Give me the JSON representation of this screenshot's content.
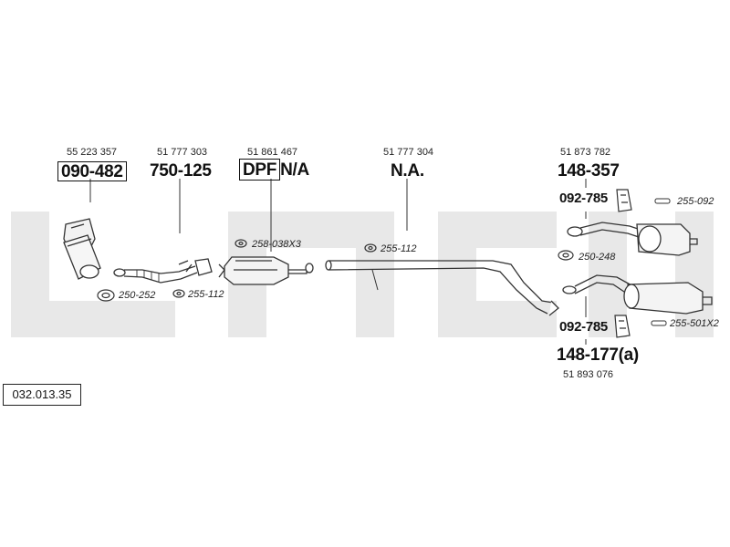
{
  "reference": "032.013.35",
  "parts": {
    "catalyst": {
      "oe": "55 223 357",
      "code": "090-482",
      "accessory": "250-252"
    },
    "front_pipe": {
      "oe": "51 777 303",
      "code": "750-125",
      "accessory": "255-112"
    },
    "dpf": {
      "oe": "51 861 467",
      "code_prefix": "DPF",
      "code_suffix": "N/A",
      "accessory": "258-038X3"
    },
    "middle_pipe": {
      "oe": "51 777 304",
      "code": "N.A.",
      "accessory": "255-112"
    },
    "rear_upper": {
      "oe": "51 873 782",
      "code": "148-357",
      "mount": "092-785",
      "accessory_1": "255-092",
      "accessory_2": "250-248"
    },
    "rear_lower": {
      "oe": "51 893 076",
      "code": "148-177(a)",
      "mount": "092-785",
      "accessory": "255-501X2"
    }
  },
  "colors": {
    "watermark": "#e6e6e6",
    "line": "#333333"
  }
}
